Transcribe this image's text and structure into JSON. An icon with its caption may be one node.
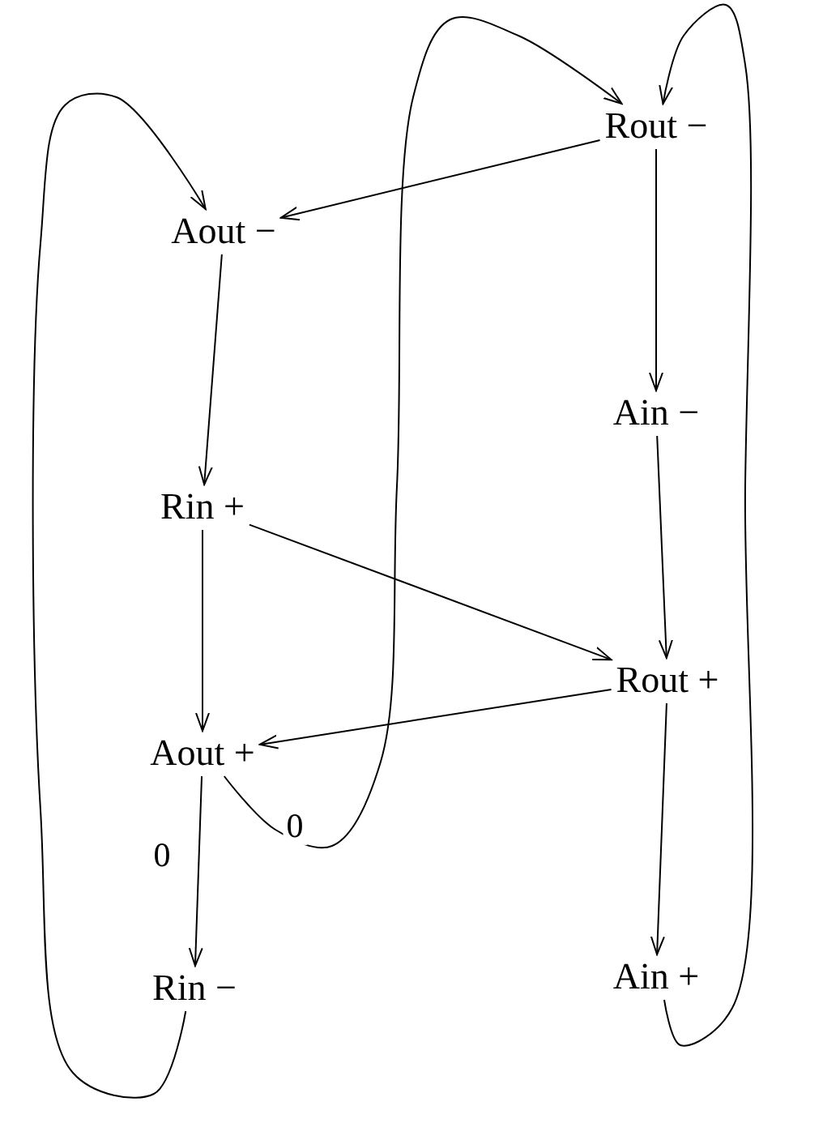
{
  "diagram": {
    "nodes": [
      {
        "text": [
          "Rout −"
        ]
      },
      {
        "text": [
          "Aout −"
        ]
      },
      {
        "text": [
          "Ain −"
        ]
      },
      {
        "text": [
          "Rin +"
        ]
      },
      {
        "text": [
          "Rout +"
        ]
      },
      {
        "text": [
          "Aout +"
        ]
      },
      {
        "text": [
          "Ain +"
        ]
      },
      {
        "text": [
          "Rin −"
        ]
      }
    ],
    "edges": [
      {
        "from": 0,
        "to": 1,
        "arrow": "to"
      },
      {
        "from": 0,
        "to": 2,
        "arrow": "to"
      },
      {
        "from": 1,
        "to": 3,
        "arrow": "to"
      },
      {
        "from": 2,
        "to": 4,
        "arrow": "to"
      },
      {
        "from": 3,
        "to": 4,
        "arrow": "to"
      },
      {
        "from": 3,
        "to": 5,
        "arrow": "to"
      },
      {
        "from": 4,
        "to": 5,
        "arrow": "to"
      },
      {
        "from": 5,
        "to": 7,
        "arrow": "to",
        "label": "0"
      },
      {
        "from": 5,
        "to": 0,
        "arrow": "to",
        "label": "0"
      },
      {
        "from": 4,
        "to": 6,
        "arrow": "to"
      },
      {
        "from": 6,
        "to": 0,
        "arrow": "to"
      },
      {
        "from": 7,
        "to": 1,
        "arrow": "to"
      }
    ]
  }
}
